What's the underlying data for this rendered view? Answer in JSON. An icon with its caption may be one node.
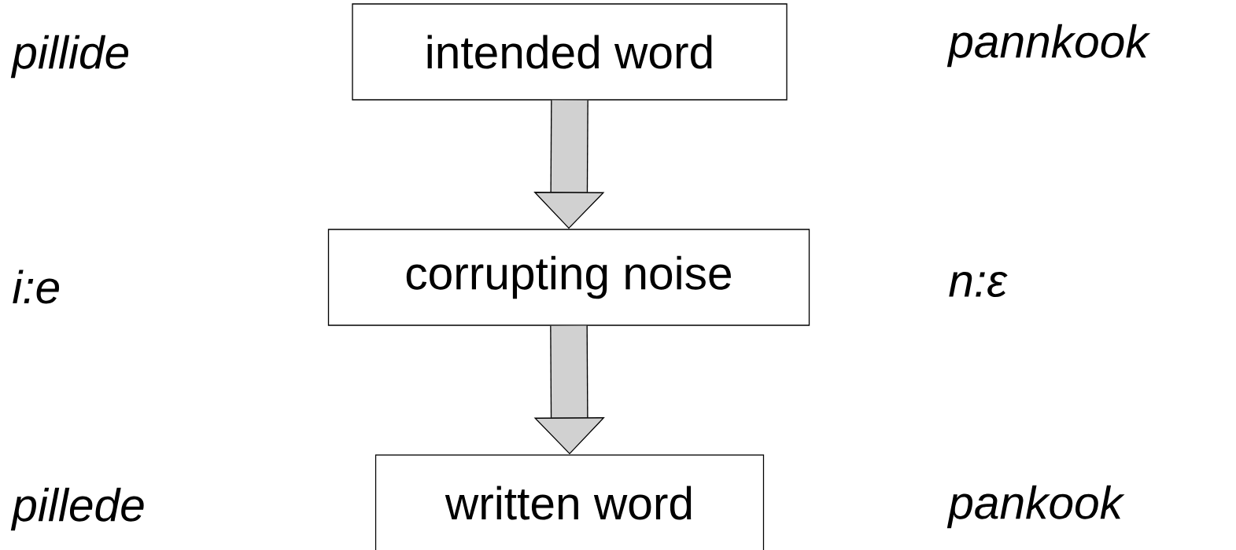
{
  "diagram": {
    "nodes": [
      {
        "text": [
          "intended word"
        ]
      },
      {
        "text": [
          "corrupting noise"
        ]
      },
      {
        "text": [
          "written word"
        ]
      }
    ],
    "edges": [
      {
        "from": 0,
        "to": 1,
        "arrow": "to"
      },
      {
        "from": 1,
        "to": 2,
        "arrow": "to"
      }
    ],
    "labels": [
      "pillide",
      "pannkook",
      "i:e",
      "n:ε",
      "pillede",
      "pankook"
    ]
  }
}
